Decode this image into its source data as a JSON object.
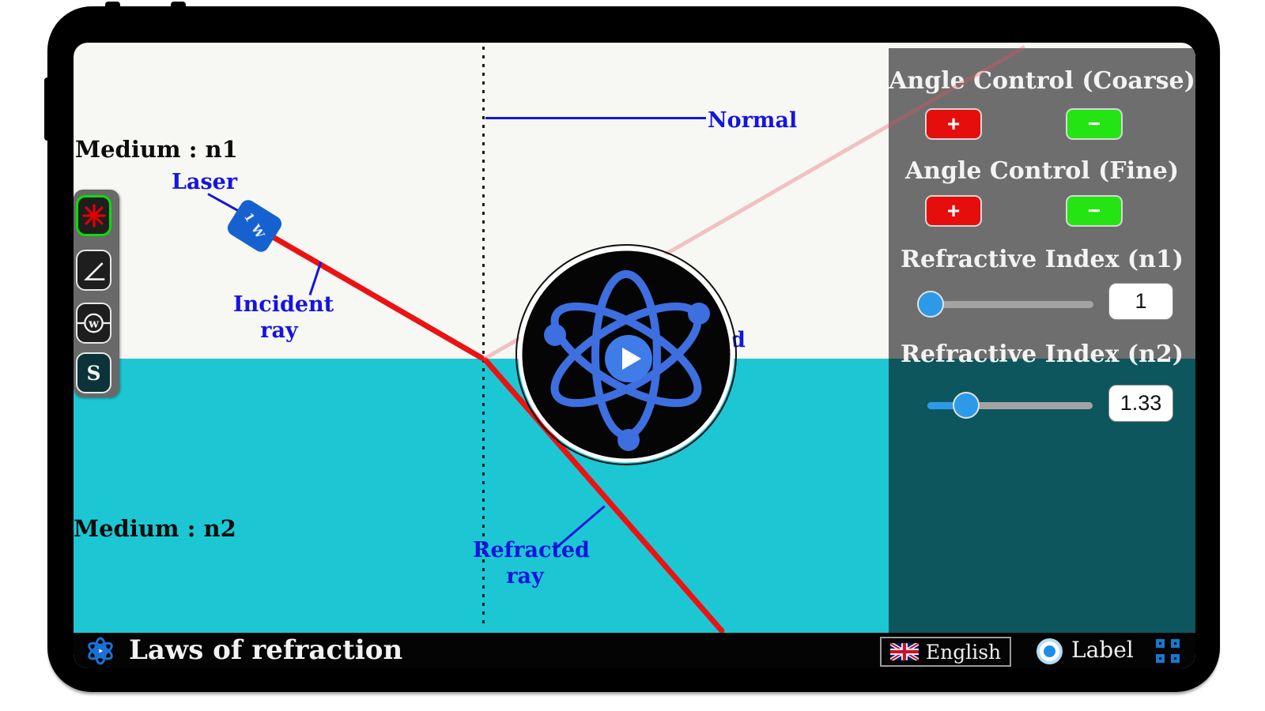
{
  "app": {
    "title": "Laws of refraction"
  },
  "bottombar": {
    "language": "English",
    "label_radio": "Label"
  },
  "simulation": {
    "labels": {
      "medium1": "Medium : n1",
      "medium2": "Medium : n2",
      "laser": "Laser",
      "incident_line1": "Incident",
      "incident_line2": "ray",
      "normal": "Normal",
      "refracted_line1": "Refracted",
      "refracted_line2": "ray",
      "hidden_fragment": "d",
      "laser_power": "1 W"
    },
    "colors": {
      "medium2_fill": "#1cc7d3",
      "ray_red": "#ec1212",
      "reflected_ray_pink": "#f3bcc1",
      "label_blue": "#1515dd",
      "laser_body_blue": "#1661cf",
      "atom_blue": "#3e6fe1"
    }
  },
  "toolbar": {
    "wattage_label": "w",
    "s_label": "S",
    "icons": [
      "laser-starburst-icon",
      "angle-icon",
      "wattage-icon",
      "s-tool-icon"
    ]
  },
  "sidebar": {
    "angle_coarse_label": "Angle Control (Coarse)",
    "angle_fine_label": "Angle Control (Fine)",
    "plus_label": "+",
    "minus_label": "−",
    "n1": {
      "label": "Refractive Index (n1)",
      "value": "1"
    },
    "n2": {
      "label": "Refractive Index (n2)",
      "value": "1.33"
    }
  }
}
